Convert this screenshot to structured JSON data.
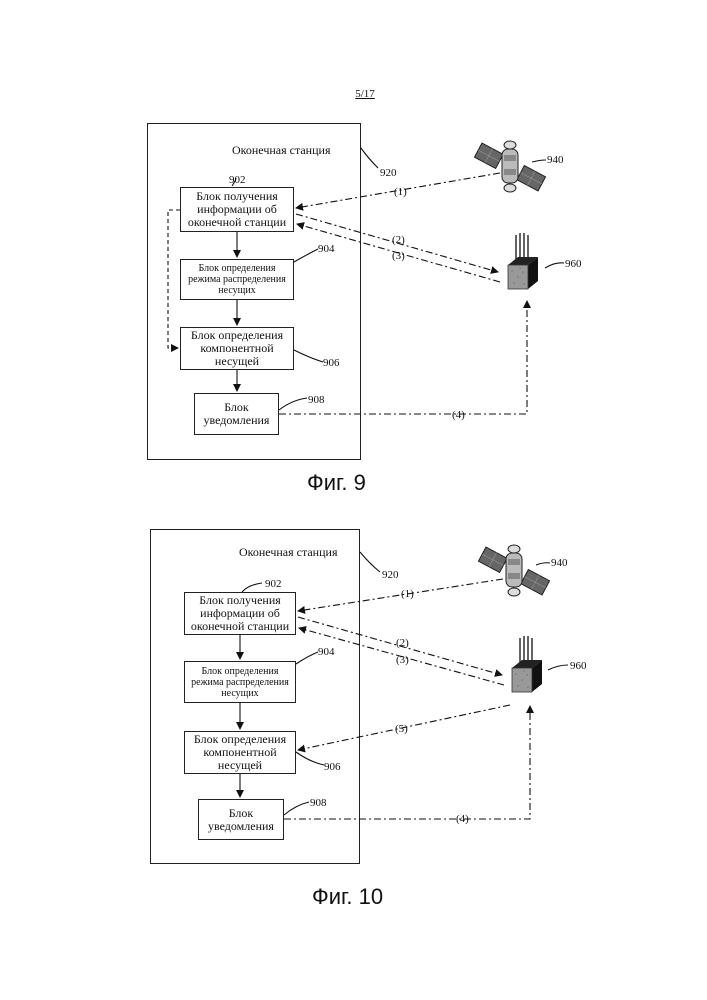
{
  "page_number": "5/17",
  "figures": [
    {
      "caption": "Фиг. 9",
      "station_label": "Оконечная станция",
      "refs": {
        "station": "920",
        "satellite": "940",
        "base_station": "960",
        "info_block": "902",
        "mode_block": "904",
        "carrier_block": "906",
        "notify_block": "908"
      },
      "blocks": {
        "info": "Блок получения\nинформации об\nоконечной станции",
        "mode": "Блок определения\nрежима распределения\nнесущих",
        "carrier": "Блок определения\nкомпонентной\nнесущей",
        "notify": "Блок\nуведомления"
      },
      "links": [
        "(1)",
        "(2)",
        "(3)",
        "(4)"
      ]
    },
    {
      "caption": "Фиг. 10",
      "station_label": "Оконечная станция",
      "refs": {
        "station": "920",
        "satellite": "940",
        "base_station": "960",
        "info_block": "902",
        "mode_block": "904",
        "carrier_block": "906",
        "notify_block": "908"
      },
      "blocks": {
        "info": "Блок получения\nинформации об\nоконечной станции",
        "mode": "Блок определения\nрежима распределения\nнесущих",
        "carrier": "Блок определения\nкомпонентной\nнесущей",
        "notify": "Блок\nуведомления"
      },
      "links": [
        "(1)",
        "(2)",
        "(3)",
        "(5)",
        "(4)"
      ]
    }
  ]
}
